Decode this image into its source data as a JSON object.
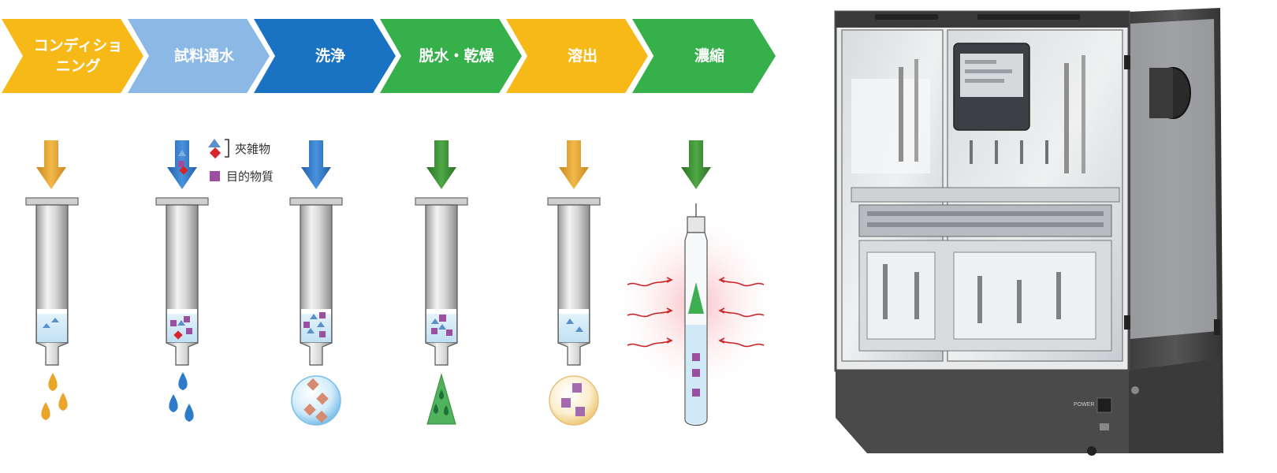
{
  "process": {
    "steps": [
      {
        "label": "コンディショ\nニング",
        "color": "#F6B917"
      },
      {
        "label": "試料通水",
        "color": "#8BB8E4"
      },
      {
        "label": "洗浄",
        "color": "#1A73C2"
      },
      {
        "label": "脱水・乾燥",
        "color": "#35B04A"
      },
      {
        "label": "溶出",
        "color": "#F6B917"
      },
      {
        "label": "濃縮",
        "color": "#35B04A"
      }
    ]
  },
  "legend": {
    "impurities": "夾雑物",
    "target": "目的物質"
  },
  "colors": {
    "orange_arrow": "#E9A52A",
    "blue_arrow": "#2E74C6",
    "green_arrow": "#3A8A33",
    "target_square": "#9B4FA0",
    "impurity_triangle": "#5B8FCC",
    "impurity_diamond": "#D8252B",
    "heat_wave": "#C8282A"
  },
  "instrument": {
    "power_label": "POWER"
  }
}
